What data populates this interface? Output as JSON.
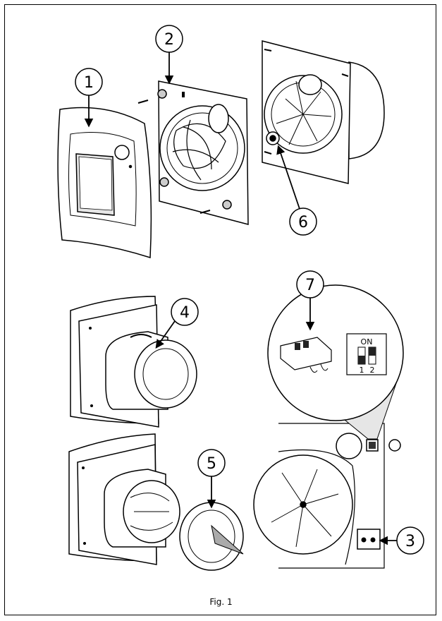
{
  "figure": {
    "caption": "Fig. 1"
  },
  "callouts": [
    {
      "id": "1",
      "label": "1"
    },
    {
      "id": "2",
      "label": "2"
    },
    {
      "id": "3",
      "label": "3"
    },
    {
      "id": "4",
      "label": "4"
    },
    {
      "id": "5",
      "label": "5"
    },
    {
      "id": "6",
      "label": "6"
    },
    {
      "id": "7",
      "label": "7"
    }
  ],
  "dip_switch": {
    "on_label": "ON",
    "switch_1_label": "1",
    "switch_2_label": "2"
  },
  "colors": {
    "line": "#000000",
    "fill": "#ffffff",
    "shade": "#d9d9d9",
    "dark": "#333333"
  }
}
